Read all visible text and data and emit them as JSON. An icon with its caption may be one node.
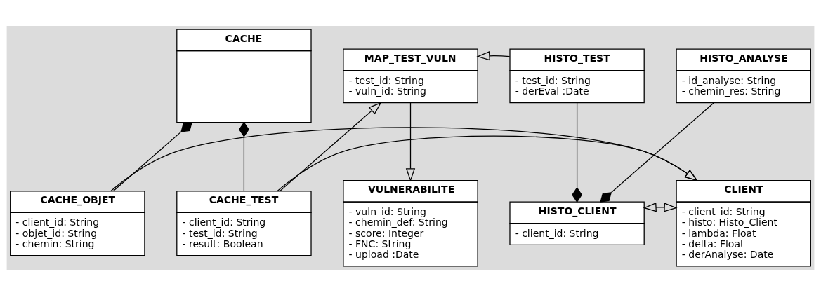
{
  "diagram": {
    "nodes": [
      {
        "text": [
          "CACHE"
        ]
      },
      {
        "text": [
          "MAP_TEST_VULN",
          "- test_id: String",
          "- vuln_id: String"
        ]
      },
      {
        "text": [
          "HISTO_TEST",
          "- test_id: String",
          "- derEval :Date"
        ]
      },
      {
        "text": [
          "HISTO_ANALYSE",
          "- id_analyse: String",
          "- chemin_res: String"
        ]
      },
      {
        "text": [
          "CACHE_OBJET",
          "- client_id: String",
          "- objet_id: String",
          "- chemin: String"
        ]
      },
      {
        "text": [
          "CACHE_TEST",
          "- client_id: String",
          "- test_id: String",
          "- result: Boolean"
        ]
      },
      {
        "text": [
          "VULNERABILITE",
          "- vuln_id: String",
          "- chemin_def: String",
          "- score: Integer",
          "- FNC: String",
          "- upload :Date"
        ]
      },
      {
        "text": [
          "HISTO_CLIENT",
          "- client_id: String"
        ]
      },
      {
        "text": [
          "CLIENT",
          "- client_id: String",
          "- histo: Histo_Client",
          "- lambda: Float",
          "- delta: Float",
          "- derAnalyse: Date"
        ]
      }
    ],
    "edges": [
      {
        "from": 4,
        "to": 0,
        "arrow": "other"
      },
      {
        "from": 5,
        "to": 0,
        "arrow": "other"
      },
      {
        "from": 5,
        "to": 1,
        "arrow": "to"
      },
      {
        "from": 2,
        "to": 1,
        "arrow": "to"
      },
      {
        "from": 1,
        "to": 6,
        "arrow": "to"
      },
      {
        "from": 2,
        "to": 7,
        "arrow": "other"
      },
      {
        "from": 3,
        "to": 7,
        "arrow": "other"
      },
      {
        "from": 7,
        "to": 8,
        "arrow": "both"
      },
      {
        "from": 4,
        "to": 8,
        "arrow": "to"
      },
      {
        "from": 5,
        "to": 8,
        "arrow": "to"
      }
    ]
  }
}
